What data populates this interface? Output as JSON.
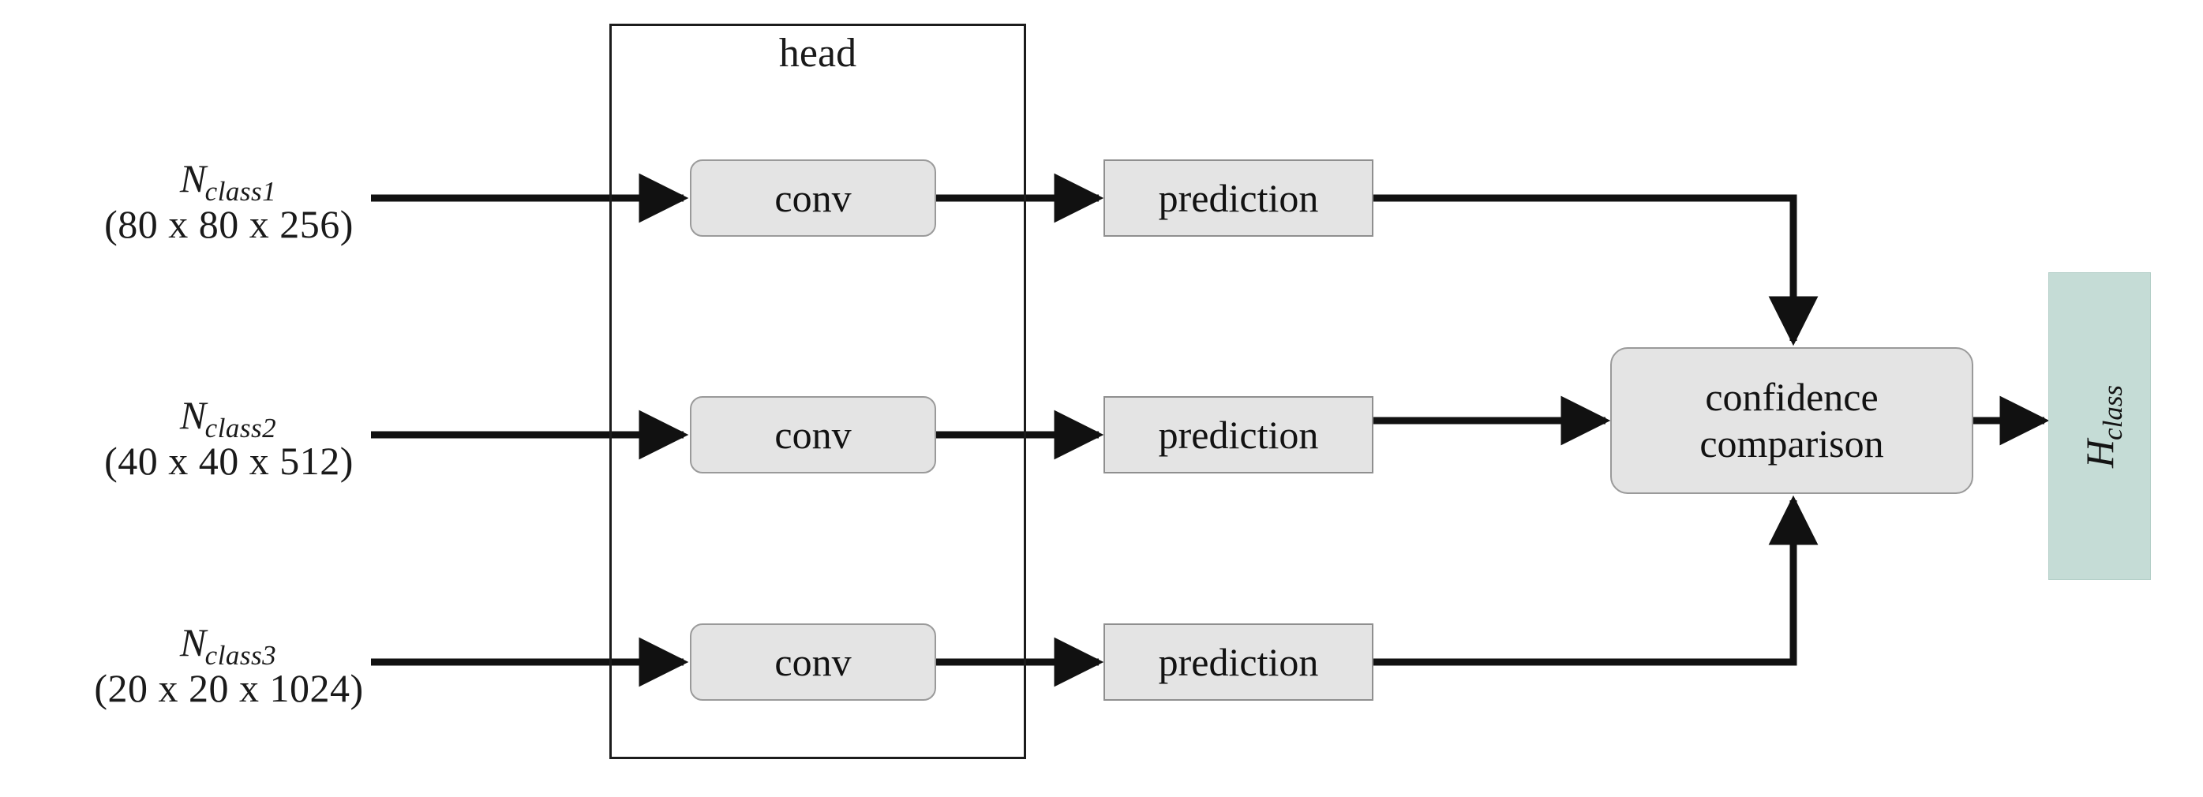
{
  "diagram": {
    "title": "head prediction confidence comparison pipeline",
    "colors": {
      "node_fill": "#e4e4e4",
      "node_stroke": "#9a9a9a",
      "output_fill": "#c5dcd6",
      "wire": "#111111",
      "container_stroke": "#1c1c1c",
      "background": "#ffffff"
    },
    "container": {
      "label": "head"
    },
    "inputs": [
      {
        "symbol": "N",
        "subscript": "class1",
        "dims": "(80 x 80 x 256)"
      },
      {
        "symbol": "N",
        "subscript": "class2",
        "dims": "(40 x 40 x 512)"
      },
      {
        "symbol": "N",
        "subscript": "class3",
        "dims": "(20 x 20 x 1024)"
      }
    ],
    "conv_nodes": [
      {
        "label": "conv"
      },
      {
        "label": "conv"
      },
      {
        "label": "conv"
      }
    ],
    "prediction_nodes": [
      {
        "label": "prediction"
      },
      {
        "label": "prediction"
      },
      {
        "label": "prediction"
      }
    ],
    "merge_node": {
      "line1": "confidence",
      "line2": "comparison"
    },
    "output": {
      "symbol": "H",
      "subscript": "class"
    }
  }
}
